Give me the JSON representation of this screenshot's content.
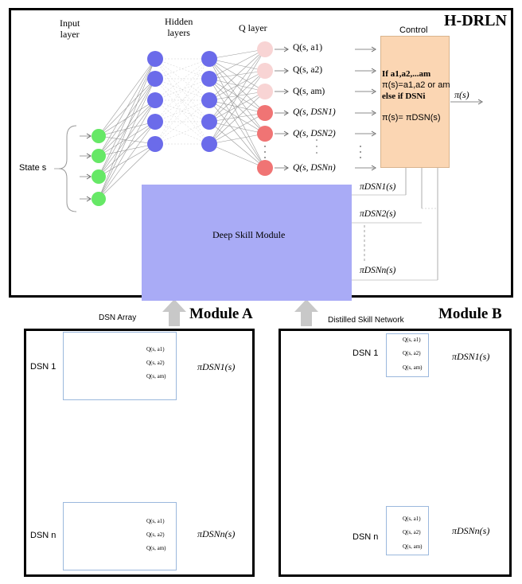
{
  "top": {
    "title": "H-DRLN",
    "input_layer": [
      "Input",
      "layer"
    ],
    "hidden_layers": [
      "Hidden",
      "layers"
    ],
    "q_layer": "Q layer",
    "control": "Control",
    "state": "State s",
    "q_labels": [
      "Q(s, a1)",
      "Q(s, a2)",
      "Q(s, am)",
      "Q(s, DSN1)",
      "Q(s, DSN2)",
      "Q(s, DSNn)"
    ],
    "control_lines": [
      "If a1,a2,...am",
      "π(s)=a1,a2 or am",
      "else if DSNi",
      "π(s)= πDSN(s)"
    ],
    "pi_output": "π(s)",
    "deep_skill_module": "Deep Skill Module",
    "pi_dsn": [
      "πDSN1(s)",
      "πDSN2(s)",
      "πDSNn(s)"
    ]
  },
  "module_a": {
    "title": "Module A",
    "caption": "DSN Array",
    "dsn_1": "DSN 1",
    "dsn_n": "DSN n",
    "q_labels": [
      "Q(s, a1)",
      "Q(s, a2)",
      "Q(s, am)"
    ],
    "pi_1": "πDSN1(s)",
    "pi_n": "πDSNn(s)"
  },
  "module_b": {
    "title": "Module B",
    "caption": "Distilled Skill Network",
    "dsn_1": "DSN 1",
    "dsn_n": "DSN n",
    "q_labels": [
      "Q(s, a1)",
      "Q(s, a2)",
      "Q(s, am)"
    ],
    "pi_1": "πDSN1(s)",
    "pi_n": "πDSNn(s)"
  },
  "colors": {
    "neuron_blue": "#6b6bea",
    "neuron_green": "#66e866",
    "neuron_pink": "#f8d4d4",
    "neuron_red": "#f07474",
    "control_fill": "#fbd6b3",
    "module_fill": "#a9abf6"
  }
}
